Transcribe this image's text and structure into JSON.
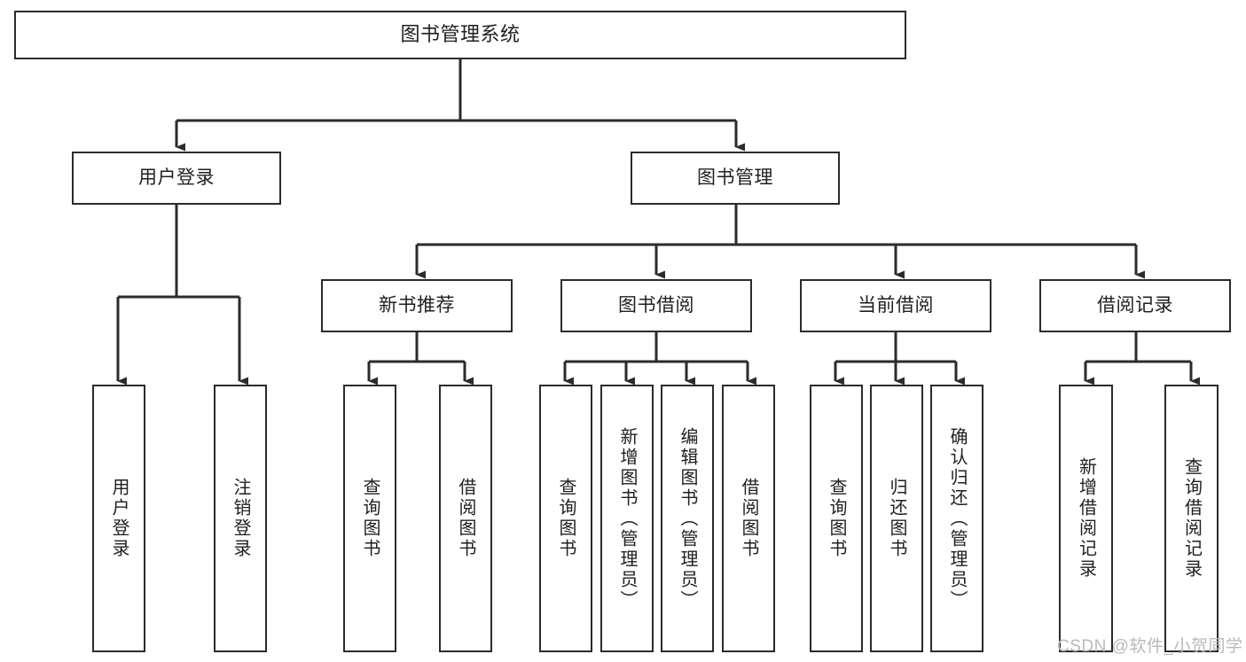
{
  "diagram": {
    "title": "图书管理系统",
    "type": "tree-hierarchy-diagram",
    "colors": {
      "box_border": "#2b2b2b",
      "box_fill": "#ffffff",
      "edge": "#2b2b2b",
      "text": "#1f1f1f",
      "watermark": "#b9b9b9",
      "background": "#ffffff"
    }
  },
  "nodes": {
    "root": {
      "label": "图书管理系统"
    },
    "level2": [
      {
        "id": "user-login",
        "label": "用户登录"
      },
      {
        "id": "book-manage",
        "label": "图书管理"
      }
    ],
    "level3": [
      {
        "id": "new-book-recommend",
        "label": "新书推荐"
      },
      {
        "id": "book-borrow",
        "label": "图书借阅"
      },
      {
        "id": "current-borrow",
        "label": "当前借阅"
      },
      {
        "id": "borrow-record",
        "label": "借阅记录"
      }
    ],
    "leaves": {
      "user_login": [
        {
          "id": "leaf-user-login",
          "label": "用户登录"
        },
        {
          "id": "leaf-logout-login",
          "label": "注销登录"
        }
      ],
      "new_book_recommend": [
        {
          "id": "leaf-query-book-1",
          "label": "查询图书"
        },
        {
          "id": "leaf-borrow-book-1",
          "label": "借阅图书"
        }
      ],
      "book_borrow": [
        {
          "id": "leaf-query-book-2",
          "label": "查询图书"
        },
        {
          "id": "leaf-add-book",
          "label": "新增图书（管理员）"
        },
        {
          "id": "leaf-edit-book",
          "label": "编辑图书（管理员）"
        },
        {
          "id": "leaf-borrow-book-2",
          "label": "借阅图书"
        }
      ],
      "current_borrow": [
        {
          "id": "leaf-query-book-3",
          "label": "查询图书"
        },
        {
          "id": "leaf-return-book",
          "label": "归还图书"
        },
        {
          "id": "leaf-confirm-return",
          "label": "确认归还（管理员）"
        }
      ],
      "borrow_record": [
        {
          "id": "leaf-add-record",
          "label": "新增借阅记录"
        },
        {
          "id": "leaf-query-record",
          "label": "查询借阅记录"
        }
      ]
    }
  },
  "watermark": {
    "text": "CSDN @软件_小贺同学"
  }
}
